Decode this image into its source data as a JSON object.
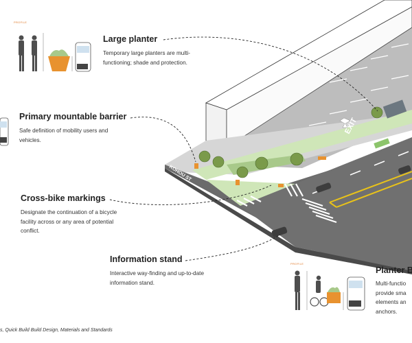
{
  "profile_tag_1": "PROFILE",
  "profile_tag_2": "PROFILE",
  "callouts": {
    "large_planter": {
      "title": "Large planter",
      "desc_line1": "Temporary large planters are multi-",
      "desc_line2": "functioning; shade and protection."
    },
    "primary_barrier": {
      "title": "Primary mountable barrier",
      "desc_line1": "Safe definition of mobility users and",
      "desc_line2": "vehicles."
    },
    "cross_bike": {
      "title": "Cross-bike markings",
      "desc_line1": "Designate the continuation of a bicycle",
      "desc_line2": "facility across or any area of potential",
      "desc_line3": "conflict."
    },
    "info_stand": {
      "title": "Information stand",
      "desc_line1": "Interactive way-finding and up-to-date",
      "desc_line2": "information stand."
    },
    "planter_b": {
      "title": "Planter B",
      "desc_line1": "Multi-functio",
      "desc_line2": "provide sma",
      "desc_line3": "elements an",
      "desc_line4": "anchors."
    }
  },
  "street_name": "KOHOU ST",
  "exit_marking": "EXIT",
  "footer": "s, Quick Build Build Design, Materials and Standards",
  "colors": {
    "bike_lane": "#cfe6b8",
    "bike_lane_dark": "#8cc46b",
    "planter": "#e8922f",
    "road": "#6b6b6b",
    "sidewalk": "#d0d0d0",
    "lot": "#bdbdbd",
    "yellow_line": "#e8c21a",
    "tree": "#7a9a4a"
  }
}
